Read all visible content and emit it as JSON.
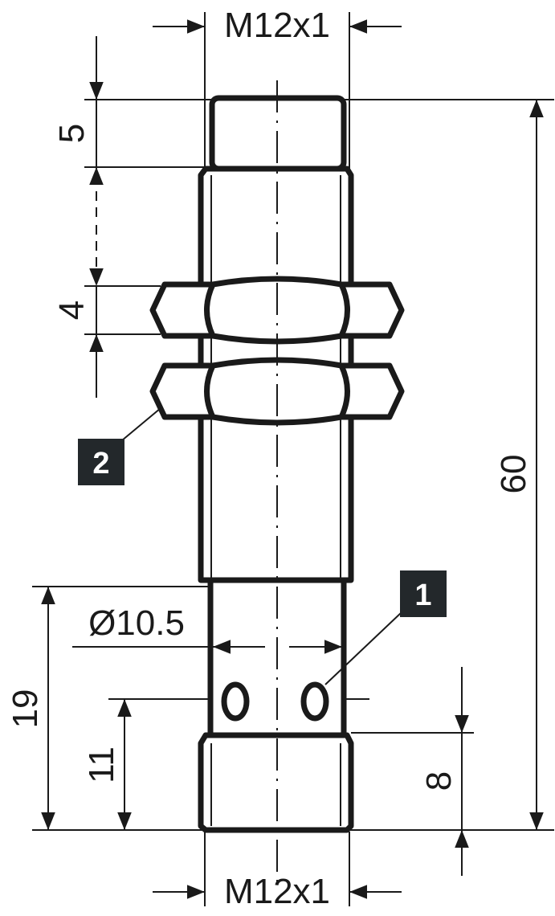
{
  "drawing": {
    "thread_top": "M12x1",
    "thread_bottom": "M12x1",
    "dim_cap_length": "5",
    "dim_nut_thickness": "4",
    "dim_total_length": "60",
    "dim_diameter": "Ø10.5",
    "dim_lower_length": "19",
    "dim_hole_height": "11",
    "dim_bottom_thread": "8",
    "callout_1": "1",
    "callout_2": "2",
    "badge_color": "#23282b"
  }
}
